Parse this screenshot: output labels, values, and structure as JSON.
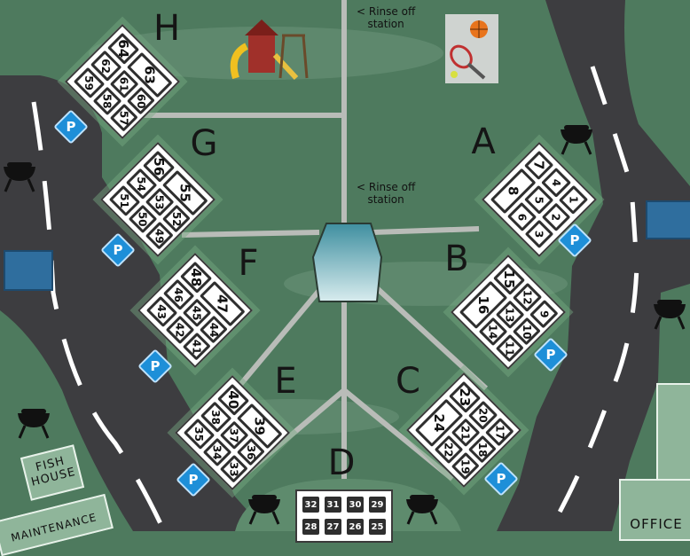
{
  "map": {
    "colors": {
      "grass": "#4e7a5e",
      "road": "#3d3d40",
      "parking": "#1e8fd8",
      "path": "#b9bcb8"
    },
    "rinse_stations": [
      "< Rinse off\nstation",
      "< Rinse off\nstation"
    ],
    "rinse_1": {
      "line1": "< Rinse off",
      "line2": "station"
    },
    "rinse_2": {
      "line1": "< Rinse off",
      "line2": "station"
    },
    "buildings": {
      "fish_house_1": "FISH",
      "fish_house_2": "HOUSE",
      "maintenance": "MAINTENANCE",
      "office": "OFFICE"
    },
    "parking_label": "P",
    "blocks": [
      {
        "letter": "H",
        "pattern": "left",
        "units": [
          "64",
          "63",
          "62",
          "61",
          "60",
          "59",
          "58",
          "57"
        ]
      },
      {
        "letter": "G",
        "pattern": "left",
        "units": [
          "56",
          "55",
          "54",
          "53",
          "52",
          "51",
          "50",
          "49"
        ]
      },
      {
        "letter": "F",
        "pattern": "left",
        "units": [
          "48",
          "47",
          "46",
          "45",
          "44",
          "43",
          "42",
          "41"
        ]
      },
      {
        "letter": "E",
        "pattern": "left",
        "units": [
          "40",
          "39",
          "38",
          "37",
          "36",
          "35",
          "34",
          "33"
        ]
      },
      {
        "letter": "A",
        "pattern": "right",
        "units": [
          "7",
          "8",
          "4",
          "5",
          "6",
          "1",
          "2",
          "3"
        ]
      },
      {
        "letter": "B",
        "pattern": "right",
        "units": [
          "15",
          "16",
          "12",
          "13",
          "14",
          "9",
          "10",
          "11"
        ]
      },
      {
        "letter": "C",
        "pattern": "right",
        "units": [
          "23",
          "24",
          "20",
          "21",
          "22",
          "17",
          "18",
          "19"
        ]
      }
    ],
    "block_d": {
      "letter": "D",
      "units": [
        "32",
        "31",
        "30",
        "29",
        "28",
        "27",
        "26",
        "25"
      ]
    }
  }
}
